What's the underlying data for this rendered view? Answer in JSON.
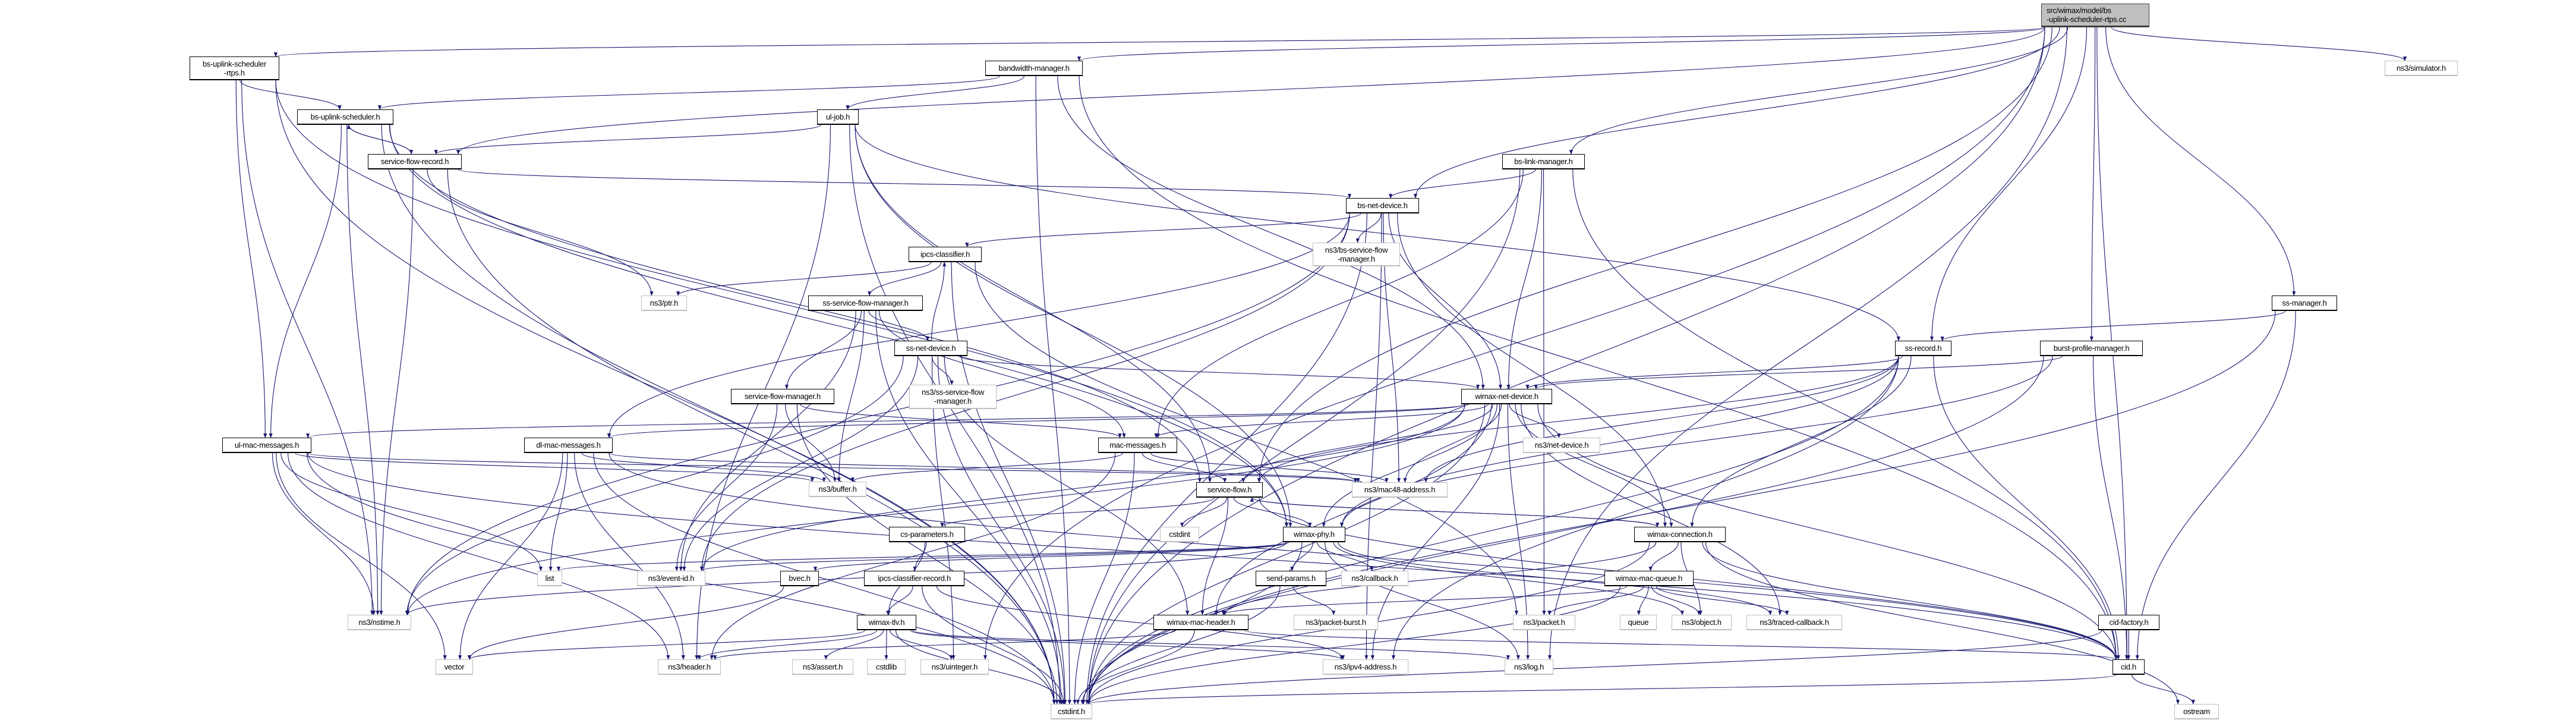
{
  "graph": {
    "title": "src/wimax/model/bs-uplink-scheduler-rtps.cc include dependency graph",
    "edge_color": "#191970",
    "root_fill": "#bfbfbf",
    "nodes": [
      {
        "id": "main",
        "label": "src/wimax/model/bs\n-uplink-scheduler-rtps.cc",
        "kind": "root"
      },
      {
        "id": "rtps_h",
        "label": "bs-uplink-scheduler\n-rtps.h",
        "kind": "doc"
      },
      {
        "id": "bwm",
        "label": "bandwidth-manager.h",
        "kind": "doc"
      },
      {
        "id": "sim",
        "label": "ns3/simulator.h",
        "kind": "ext"
      },
      {
        "id": "bus",
        "label": "bs-uplink-scheduler.h",
        "kind": "doc"
      },
      {
        "id": "uljob",
        "label": "ul-job.h",
        "kind": "doc"
      },
      {
        "id": "sfr",
        "label": "service-flow-record.h",
        "kind": "doc"
      },
      {
        "id": "blm",
        "label": "bs-link-manager.h",
        "kind": "doc"
      },
      {
        "id": "bnd",
        "label": "bs-net-device.h",
        "kind": "doc"
      },
      {
        "id": "bsfm",
        "label": "ns3/bs-service-flow\n-manager.h",
        "kind": "ext"
      },
      {
        "id": "ipcs",
        "label": "ipcs-classifier.h",
        "kind": "doc"
      },
      {
        "id": "ptr",
        "label": "ns3/ptr.h",
        "kind": "ext"
      },
      {
        "id": "ssfm",
        "label": "ss-service-flow-manager.h",
        "kind": "doc"
      },
      {
        "id": "ssmgr",
        "label": "ss-manager.h",
        "kind": "doc"
      },
      {
        "id": "ssnd",
        "label": "ss-net-device.h",
        "kind": "doc"
      },
      {
        "id": "ssrec",
        "label": "ss-record.h",
        "kind": "doc"
      },
      {
        "id": "bpm",
        "label": "burst-profile-manager.h",
        "kind": "doc"
      },
      {
        "id": "nssfm",
        "label": "ns3/ss-service-flow\n-manager.h",
        "kind": "ext"
      },
      {
        "id": "sfm",
        "label": "service-flow-manager.h",
        "kind": "doc"
      },
      {
        "id": "wnd",
        "label": "wimax-net-device.h",
        "kind": "doc"
      },
      {
        "id": "ulmm",
        "label": "ul-mac-messages.h",
        "kind": "doc"
      },
      {
        "id": "dlmm",
        "label": "dl-mac-messages.h",
        "kind": "doc"
      },
      {
        "id": "mm",
        "label": "mac-messages.h",
        "kind": "doc"
      },
      {
        "id": "netdev",
        "label": "ns3/net-device.h",
        "kind": "ext"
      },
      {
        "id": "buffer",
        "label": "ns3/buffer.h",
        "kind": "ext"
      },
      {
        "id": "sf",
        "label": "service-flow.h",
        "kind": "doc"
      },
      {
        "id": "mac48",
        "label": "ns3/mac48-address.h",
        "kind": "ext"
      },
      {
        "id": "csp",
        "label": "cs-parameters.h",
        "kind": "doc"
      },
      {
        "id": "cstdint",
        "label": "cstdint",
        "kind": "ext"
      },
      {
        "id": "phy",
        "label": "wimax-phy.h",
        "kind": "doc"
      },
      {
        "id": "wconn",
        "label": "wimax-connection.h",
        "kind": "doc"
      },
      {
        "id": "list",
        "label": "list",
        "kind": "ext"
      },
      {
        "id": "eventid",
        "label": "ns3/event-id.h",
        "kind": "ext"
      },
      {
        "id": "bvec",
        "label": "bvec.h",
        "kind": "doc"
      },
      {
        "id": "icr",
        "label": "ipcs-classifier-record.h",
        "kind": "doc"
      },
      {
        "id": "send",
        "label": "send-params.h",
        "kind": "doc"
      },
      {
        "id": "callback",
        "label": "ns3/callback.h",
        "kind": "ext"
      },
      {
        "id": "wmq",
        "label": "wimax-mac-queue.h",
        "kind": "doc"
      },
      {
        "id": "cidf",
        "label": "cid-factory.h",
        "kind": "doc"
      },
      {
        "id": "nstime",
        "label": "ns3/nstime.h",
        "kind": "ext"
      },
      {
        "id": "tlv",
        "label": "wimax-tlv.h",
        "kind": "doc"
      },
      {
        "id": "wmh",
        "label": "wimax-mac-header.h",
        "kind": "doc"
      },
      {
        "id": "pburst",
        "label": "ns3/packet-burst.h",
        "kind": "ext"
      },
      {
        "id": "packet",
        "label": "ns3/packet.h",
        "kind": "ext"
      },
      {
        "id": "queue",
        "label": "queue",
        "kind": "ext"
      },
      {
        "id": "object",
        "label": "ns3/object.h",
        "kind": "ext"
      },
      {
        "id": "traced",
        "label": "ns3/traced-callback.h",
        "kind": "ext"
      },
      {
        "id": "vector",
        "label": "vector",
        "kind": "ext"
      },
      {
        "id": "header",
        "label": "ns3/header.h",
        "kind": "ext"
      },
      {
        "id": "assert",
        "label": "ns3/assert.h",
        "kind": "ext"
      },
      {
        "id": "cstdlib",
        "label": "cstdlib",
        "kind": "ext"
      },
      {
        "id": "uint",
        "label": "ns3/uinteger.h",
        "kind": "ext"
      },
      {
        "id": "ipv4",
        "label": "ns3/ipv4-address.h",
        "kind": "ext"
      },
      {
        "id": "log",
        "label": "ns3/log.h",
        "kind": "ext"
      },
      {
        "id": "cid",
        "label": "cid.h",
        "kind": "doc"
      },
      {
        "id": "stdint",
        "label": "cstdint.h",
        "kind": "ext"
      },
      {
        "id": "ostream",
        "label": "ostream",
        "kind": "ext"
      }
    ],
    "edges": [
      [
        "main",
        "rtps_h"
      ],
      [
        "main",
        "bwm"
      ],
      [
        "main",
        "sim"
      ],
      [
        "main",
        "blm"
      ],
      [
        "main",
        "bnd"
      ],
      [
        "main",
        "bpm"
      ],
      [
        "main",
        "cid"
      ],
      [
        "main",
        "sfr"
      ],
      [
        "main",
        "sf"
      ],
      [
        "main",
        "ssmgr"
      ],
      [
        "main",
        "ssrec"
      ],
      [
        "main",
        "log"
      ],
      [
        "main",
        "uint"
      ],
      [
        "main",
        "stdint"
      ],
      [
        "rtps_h",
        "bus"
      ],
      [
        "rtps_h",
        "ulmm"
      ],
      [
        "rtps_h",
        "phy"
      ],
      [
        "rtps_h",
        "nstime"
      ],
      [
        "rtps_h",
        "stdint"
      ],
      [
        "bus",
        "sfr"
      ],
      [
        "bus",
        "ulmm"
      ],
      [
        "bus",
        "phy"
      ],
      [
        "bus",
        "sf"
      ],
      [
        "bus",
        "nstime"
      ],
      [
        "bus",
        "stdint"
      ],
      [
        "sfr",
        "bus"
      ],
      [
        "sfr",
        "bnd"
      ],
      [
        "sfr",
        "nstime"
      ],
      [
        "sfr",
        "ptr"
      ],
      [
        "sfr",
        "stdint"
      ],
      [
        "uljob",
        "sfr"
      ],
      [
        "uljob",
        "sf"
      ],
      [
        "uljob",
        "ssrec"
      ],
      [
        "uljob",
        "phy"
      ],
      [
        "uljob",
        "header"
      ],
      [
        "uljob",
        "stdint"
      ],
      [
        "bwm",
        "uljob"
      ],
      [
        "bwm",
        "bus"
      ],
      [
        "bwm",
        "wnd"
      ],
      [
        "bwm",
        "cid"
      ],
      [
        "bwm",
        "stdint"
      ],
      [
        "blm",
        "bnd"
      ],
      [
        "blm",
        "mm"
      ],
      [
        "blm",
        "wnd"
      ],
      [
        "blm",
        "cid"
      ],
      [
        "blm",
        "packet"
      ],
      [
        "blm",
        "stdint"
      ],
      [
        "bnd",
        "ipcs"
      ],
      [
        "bnd",
        "bsfm"
      ],
      [
        "bnd",
        "wnd"
      ],
      [
        "bnd",
        "dlmm"
      ],
      [
        "bnd",
        "mac48"
      ],
      [
        "bnd",
        "eventid"
      ],
      [
        "bnd",
        "nstime"
      ],
      [
        "bnd",
        "ipv4"
      ],
      [
        "bnd",
        "wconn"
      ],
      [
        "bnd",
        "stdint"
      ],
      [
        "ipcs",
        "ssfm"
      ],
      [
        "ipcs",
        "ptr"
      ],
      [
        "ipcs",
        "packet"
      ],
      [
        "ipcs",
        "stdint"
      ],
      [
        "ssfm",
        "sfm"
      ],
      [
        "ssfm",
        "ssnd"
      ],
      [
        "ssfm",
        "mm"
      ],
      [
        "ssfm",
        "buffer"
      ],
      [
        "ssfm",
        "eventid"
      ],
      [
        "ssfm",
        "stdint"
      ],
      [
        "ssnd",
        "ipcs"
      ],
      [
        "ssnd",
        "nssfm"
      ],
      [
        "ssnd",
        "wnd"
      ],
      [
        "ssnd",
        "eventid"
      ],
      [
        "ssnd",
        "nstime"
      ],
      [
        "ssnd",
        "wmh"
      ],
      [
        "ssnd",
        "uint"
      ],
      [
        "ssnd",
        "stdint"
      ],
      [
        "sfm",
        "mm"
      ],
      [
        "sfm",
        "buffer"
      ],
      [
        "sfm",
        "eventid"
      ],
      [
        "sfm",
        "stdint"
      ],
      [
        "ssmgr",
        "ssrec"
      ],
      [
        "ssmgr",
        "cid"
      ],
      [
        "ssmgr",
        "stdint"
      ],
      [
        "ssrec",
        "wnd"
      ],
      [
        "ssrec",
        "sf"
      ],
      [
        "ssrec",
        "wconn"
      ],
      [
        "ssrec",
        "ipv4"
      ],
      [
        "ssrec",
        "mac48"
      ],
      [
        "ssrec",
        "phy"
      ],
      [
        "ssrec",
        "cid"
      ],
      [
        "ssrec",
        "stdint"
      ],
      [
        "bpm",
        "wnd"
      ],
      [
        "bpm",
        "cid"
      ],
      [
        "bpm",
        "phy"
      ],
      [
        "bpm",
        "stdint"
      ],
      [
        "wnd",
        "ulmm"
      ],
      [
        "wnd",
        "dlmm"
      ],
      [
        "wnd",
        "mm"
      ],
      [
        "wnd",
        "netdev"
      ],
      [
        "wnd",
        "mac48"
      ],
      [
        "wnd",
        "sf"
      ],
      [
        "wnd",
        "phy"
      ],
      [
        "wnd",
        "wconn"
      ],
      [
        "wnd",
        "nstime"
      ],
      [
        "wnd",
        "eventid"
      ],
      [
        "wnd",
        "traced"
      ],
      [
        "wnd",
        "cid"
      ],
      [
        "wnd",
        "ipv4"
      ],
      [
        "wnd",
        "log"
      ],
      [
        "wnd",
        "wmh"
      ],
      [
        "wnd",
        "stdint"
      ],
      [
        "ulmm",
        "mac48"
      ],
      [
        "ulmm",
        "buffer"
      ],
      [
        "ulmm",
        "list"
      ],
      [
        "ulmm",
        "nstime"
      ],
      [
        "ulmm",
        "vector"
      ],
      [
        "ulmm",
        "header"
      ],
      [
        "ulmm",
        "cid"
      ],
      [
        "ulmm",
        "stdint"
      ],
      [
        "dlmm",
        "buffer"
      ],
      [
        "dlmm",
        "mac48"
      ],
      [
        "dlmm",
        "list"
      ],
      [
        "dlmm",
        "vector"
      ],
      [
        "dlmm",
        "header"
      ],
      [
        "dlmm",
        "cid"
      ],
      [
        "dlmm",
        "stdint"
      ],
      [
        "mm",
        "sf"
      ],
      [
        "mm",
        "buffer"
      ],
      [
        "mm",
        "mac48"
      ],
      [
        "mm",
        "header"
      ],
      [
        "mm",
        "stdint"
      ],
      [
        "sf",
        "csp"
      ],
      [
        "sf",
        "cstdint"
      ],
      [
        "sf",
        "phy"
      ],
      [
        "sf",
        "wmh"
      ],
      [
        "sf",
        "wconn"
      ],
      [
        "sf",
        "cid"
      ],
      [
        "wconn",
        "sf"
      ],
      [
        "wconn",
        "wmq"
      ],
      [
        "wconn",
        "wmh"
      ],
      [
        "wconn",
        "object"
      ],
      [
        "wconn",
        "cid"
      ],
      [
        "wconn",
        "stdint"
      ],
      [
        "wconn",
        "ostream"
      ],
      [
        "csp",
        "icr"
      ],
      [
        "csp",
        "tlv"
      ],
      [
        "icr",
        "tlv"
      ],
      [
        "icr",
        "ipv4"
      ],
      [
        "icr",
        "stdint"
      ],
      [
        "tlv",
        "assert"
      ],
      [
        "tlv",
        "cstdlib"
      ],
      [
        "tlv",
        "uint"
      ],
      [
        "tlv",
        "vector"
      ],
      [
        "tlv",
        "header"
      ],
      [
        "tlv",
        "ipv4"
      ],
      [
        "tlv",
        "log"
      ],
      [
        "tlv",
        "stdint"
      ],
      [
        "phy",
        "send"
      ],
      [
        "phy",
        "callback"
      ],
      [
        "phy",
        "bvec"
      ],
      [
        "phy",
        "list"
      ],
      [
        "phy",
        "eventid"
      ],
      [
        "phy",
        "nstime"
      ],
      [
        "phy",
        "log"
      ],
      [
        "phy",
        "object"
      ],
      [
        "phy",
        "traced"
      ],
      [
        "phy",
        "stdint"
      ],
      [
        "send",
        "pburst"
      ],
      [
        "send",
        "stdint"
      ],
      [
        "bvec",
        "vector"
      ],
      [
        "wmq",
        "wmh"
      ],
      [
        "wmq",
        "packet"
      ],
      [
        "wmq",
        "queue"
      ],
      [
        "wmq",
        "object"
      ],
      [
        "wmq",
        "traced"
      ],
      [
        "wmq",
        "stdint"
      ],
      [
        "wmh",
        "header"
      ],
      [
        "wmh",
        "cid"
      ],
      [
        "wmh",
        "stdint"
      ],
      [
        "cidf",
        "cid"
      ],
      [
        "cidf",
        "stdint"
      ],
      [
        "cid",
        "ostream"
      ],
      [
        "cid",
        "stdint"
      ]
    ]
  }
}
